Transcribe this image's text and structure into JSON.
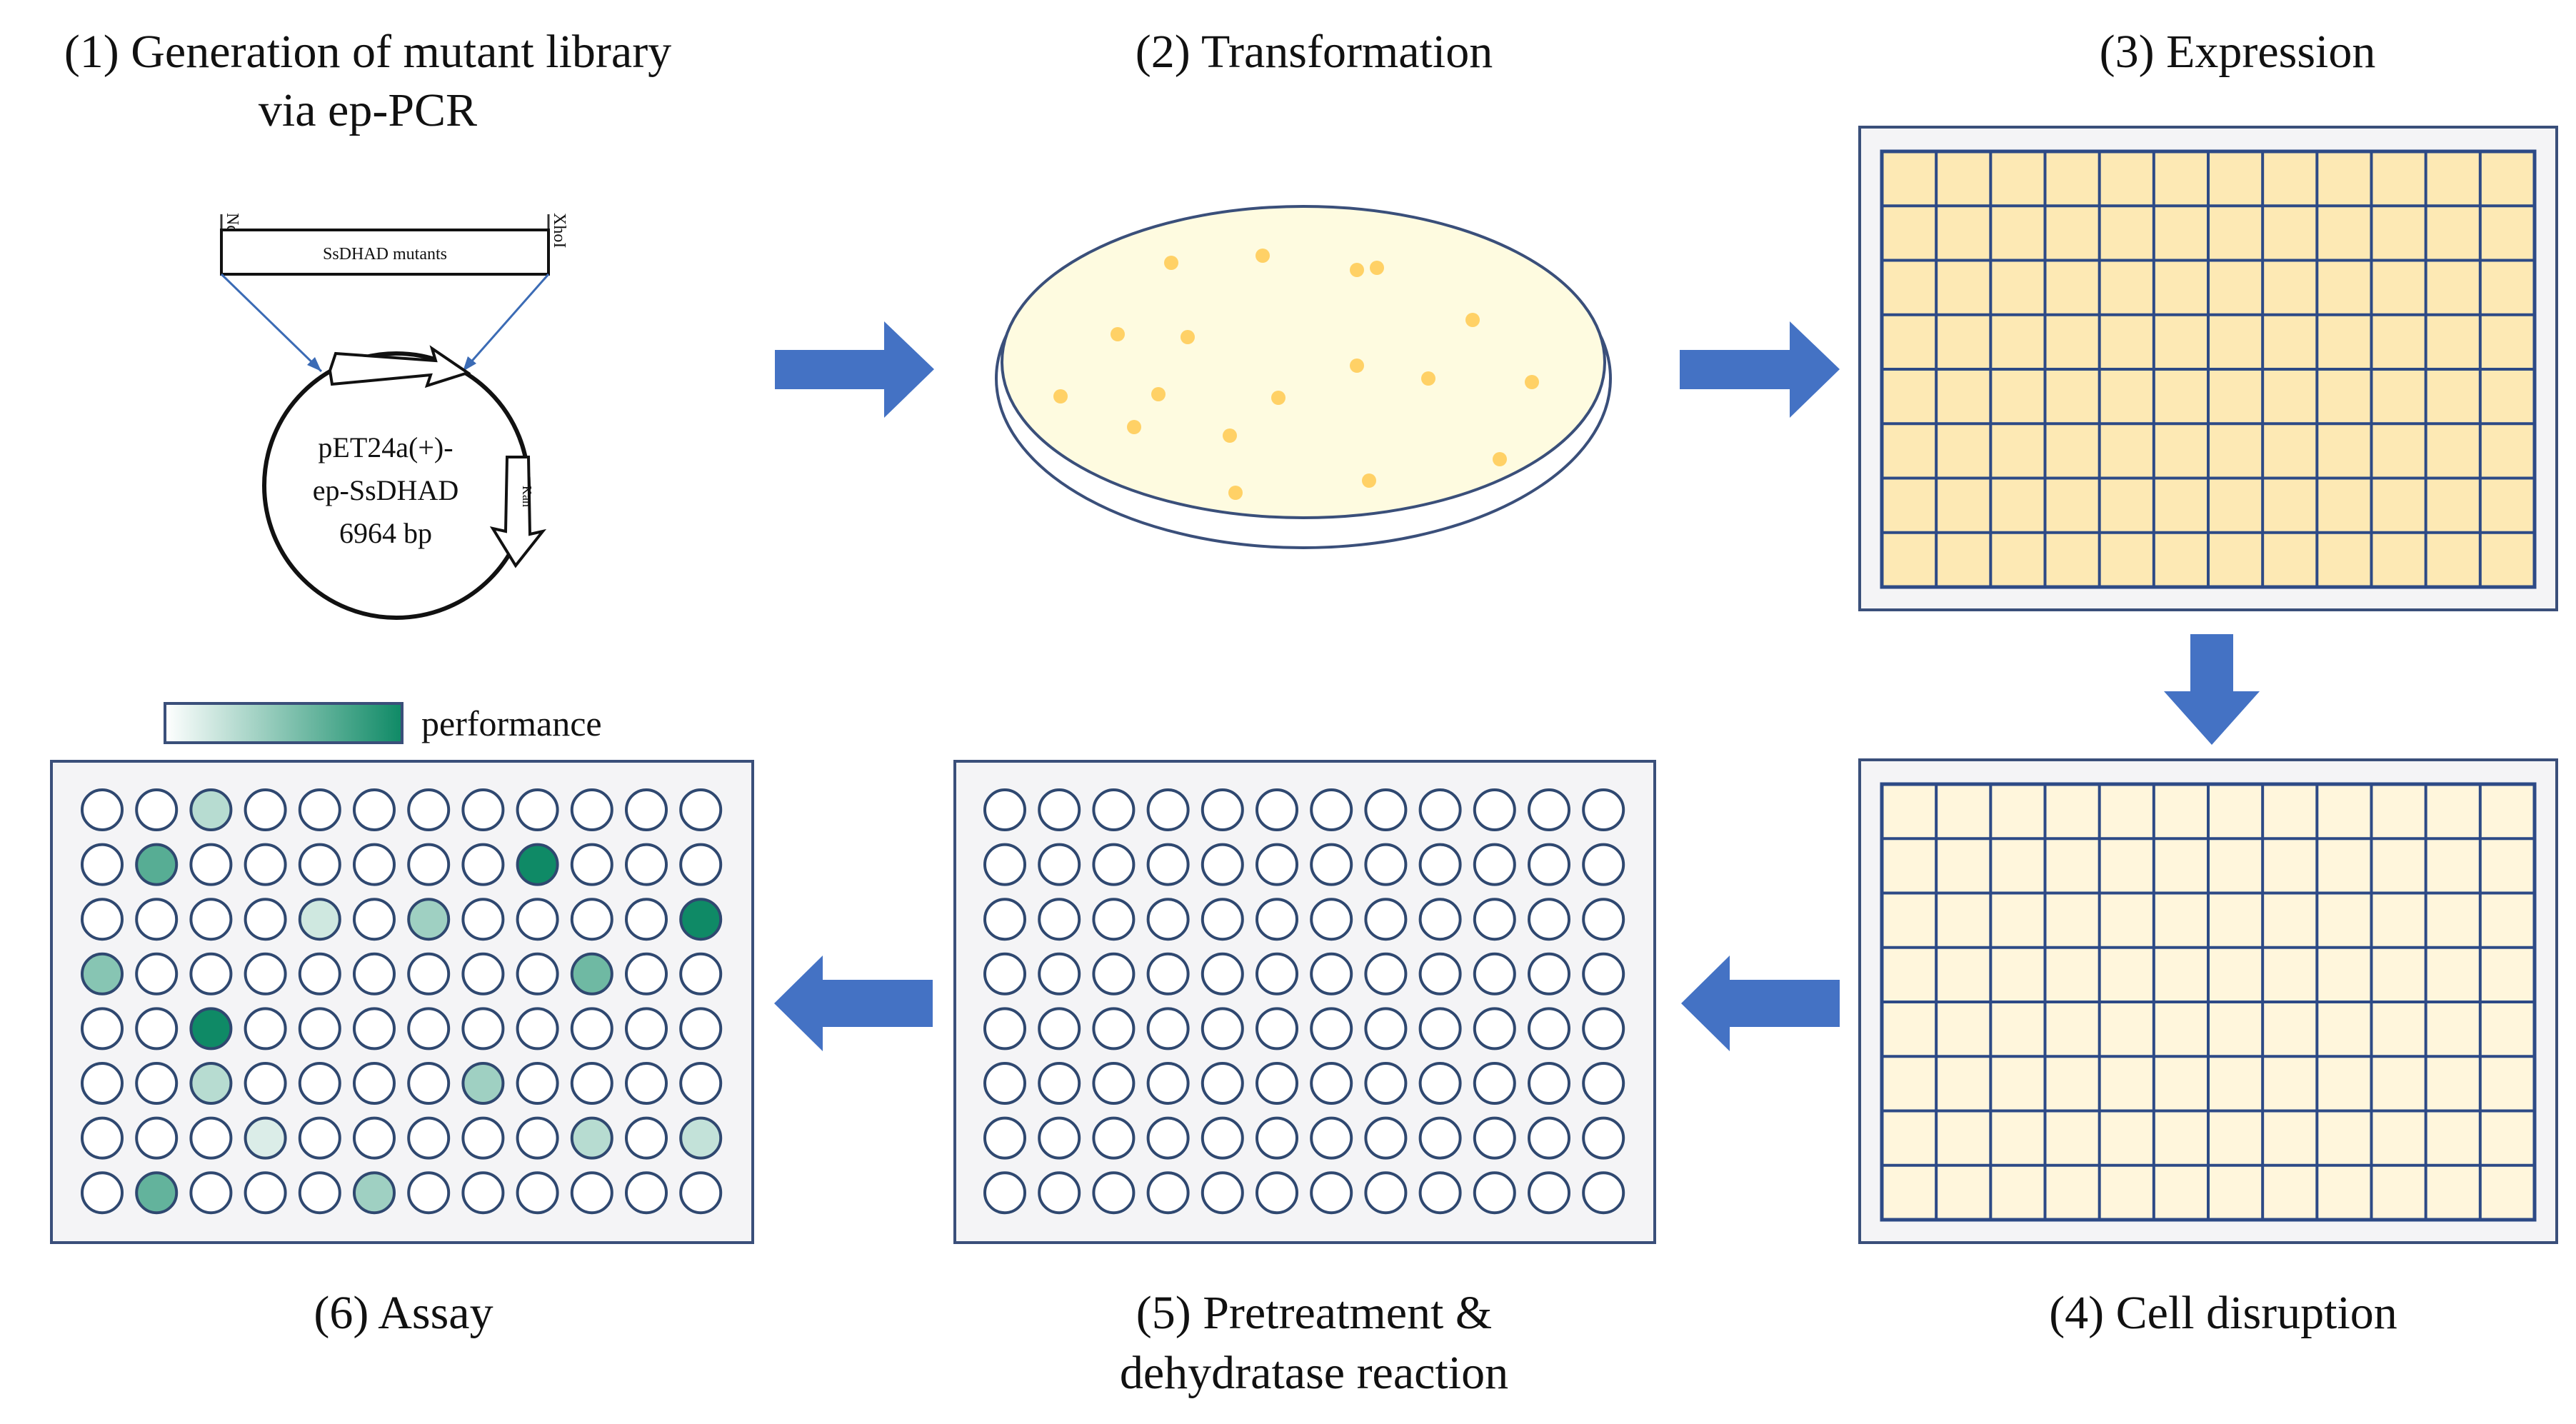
{
  "steps": {
    "s1": {
      "line1": "(1) Generation of mutant library",
      "line2": "via ep-PCR"
    },
    "s2": {
      "label": "(2) Transformation"
    },
    "s3": {
      "label": "(3) Expression"
    },
    "s4": {
      "label": "(4) Cell disruption"
    },
    "s5": {
      "line1": "(5) Pretreatment &",
      "line2": "dehydratase reaction"
    },
    "s6": {
      "label": "(6) Assay"
    }
  },
  "construct": {
    "site_left": "NdeI",
    "site_right": "XhoI",
    "insert": "SsDHAD mutants",
    "plasmid_line1": "pET24a(+)-",
    "plasmid_line2": "ep-SsDHAD",
    "plasmid_line3": "6964 bp",
    "resistance": "Kan"
  },
  "legend": {
    "label": "performance"
  },
  "plate_layout": {
    "rows": 8,
    "cols": 12
  },
  "assay_hits": [
    {
      "row": 1,
      "col": 3,
      "level": 0.3
    },
    {
      "row": 2,
      "col": 2,
      "level": 0.7
    },
    {
      "row": 2,
      "col": 9,
      "level": 1.0
    },
    {
      "row": 3,
      "col": 5,
      "level": 0.2
    },
    {
      "row": 3,
      "col": 7,
      "level": 0.4
    },
    {
      "row": 3,
      "col": 12,
      "level": 1.0
    },
    {
      "row": 4,
      "col": 1,
      "level": 0.5
    },
    {
      "row": 4,
      "col": 10,
      "level": 0.6
    },
    {
      "row": 5,
      "col": 3,
      "level": 1.0
    },
    {
      "row": 6,
      "col": 3,
      "level": 0.3
    },
    {
      "row": 6,
      "col": 8,
      "level": 0.4
    },
    {
      "row": 7,
      "col": 4,
      "level": 0.15
    },
    {
      "row": 7,
      "col": 10,
      "level": 0.3
    },
    {
      "row": 7,
      "col": 12,
      "level": 0.25
    },
    {
      "row": 8,
      "col": 2,
      "level": 0.65
    },
    {
      "row": 8,
      "col": 6,
      "level": 0.4
    }
  ],
  "colors": {
    "arrow": "#4472c4",
    "plate_frame": "#3a4f7a",
    "grid_line": "#2d4a86",
    "expression_fill": "#fde9b4",
    "disruption_fill": "#fff6dc",
    "agar": "#fefbe0",
    "colony": "#ffd166",
    "well_stroke": "#2f4870",
    "hit_low": "#ffffff",
    "hit_high": "#0f8a66",
    "plate_bg": "#f4f4f6"
  }
}
